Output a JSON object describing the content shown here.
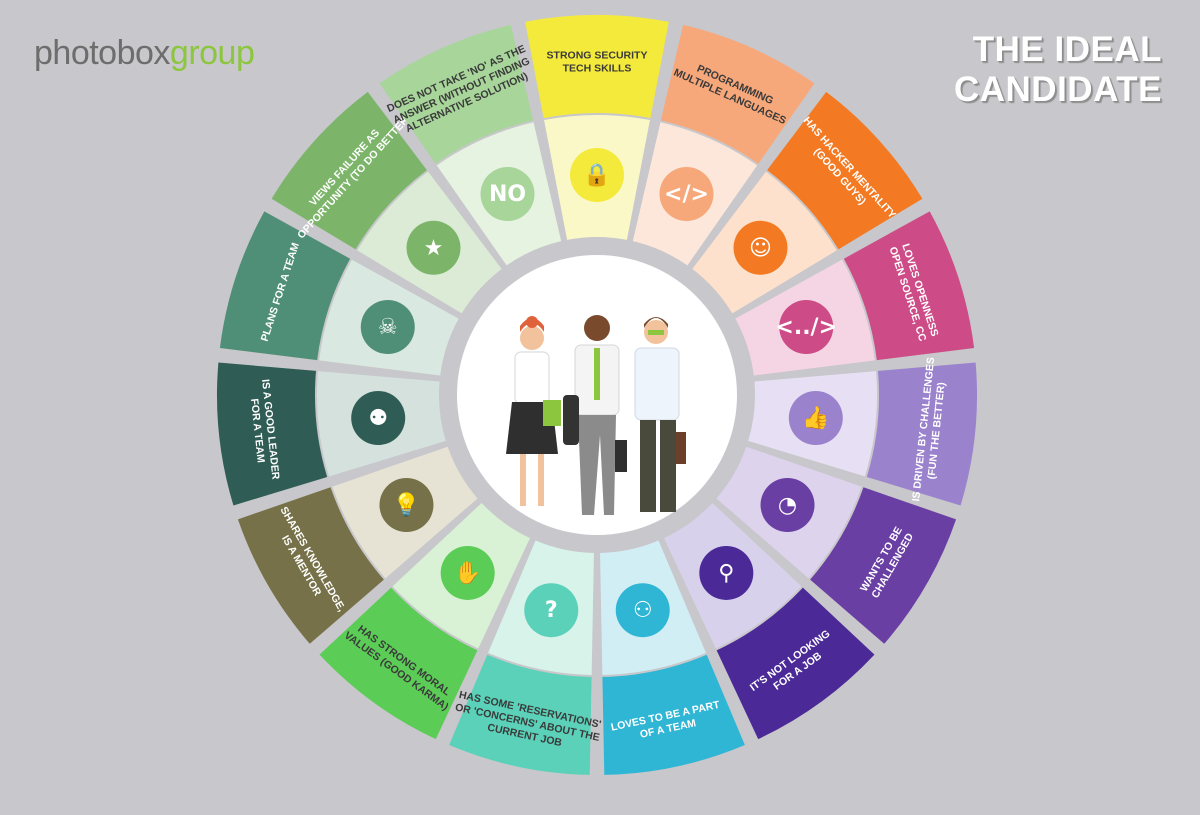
{
  "header": {
    "logo_part1": "photobox",
    "logo_part2": "group",
    "title_line1": "THE IDEAL",
    "title_line2": "CANDIDATE"
  },
  "segments": [
    {
      "lines": [
        "STRONG SECURITY",
        "TECH SKILLS"
      ],
      "color": "#f4ea3b",
      "light": "#fbf8c8",
      "icon": "lock-icon",
      "glyph": "🔒",
      "text_dark": true
    },
    {
      "lines": [
        "PROGRAMMING",
        "MULTIPLE LANGUAGES"
      ],
      "color": "#f7a87a",
      "light": "#fde7da",
      "icon": "code-icon",
      "glyph": "</>",
      "text_dark": true
    },
    {
      "lines": [
        "HAS HACKER MENTALITY",
        "(GOOD GUYS)"
      ],
      "color": "#f37a22",
      "light": "#fde1cc",
      "icon": "ghost-icon",
      "glyph": "☺",
      "text_dark": false
    },
    {
      "lines": [
        "LOVES OPENNESS",
        "OPEN SOURCE, CC"
      ],
      "color": "#cd4b86",
      "light": "#f5d5e3",
      "icon": "code-tag-icon",
      "glyph": "<../>",
      "text_dark": false
    },
    {
      "lines": [
        "IS DRIVEN BY CHALLENGES",
        "(FUN THE BETTER)"
      ],
      "color": "#9b82cd",
      "light": "#e7e0f4",
      "icon": "thumbs-up-icon",
      "glyph": "👍",
      "text_dark": false
    },
    {
      "lines": [
        "WANTS TO BE",
        "CHALLENGED"
      ],
      "color": "#6a3fa4",
      "light": "#ddd3ec",
      "icon": "whistle-icon",
      "glyph": "◔",
      "text_dark": false
    },
    {
      "lines": [
        "IT'S NOT LOOKING",
        "FOR A JOB"
      ],
      "color": "#4b2a98",
      "light": "#d8d1ec",
      "icon": "search-icon",
      "glyph": "⚲",
      "text_dark": false
    },
    {
      "lines": [
        "LOVES TO BE A PART",
        "OF A TEAM"
      ],
      "color": "#2fb6d5",
      "light": "#d2eef5",
      "icon": "team-icon",
      "glyph": "⚇",
      "text_dark": false
    },
    {
      "lines": [
        "HAS SOME 'RESERVATIONS'",
        "OR 'CONCERNS' ABOUT THE",
        "CURRENT JOB"
      ],
      "color": "#5ad1b8",
      "light": "#d7f3ea",
      "icon": "question-icon",
      "glyph": "?",
      "text_dark": true
    },
    {
      "lines": [
        "HAS STRONG MORAL",
        "VALUES (GOOD KARMA)"
      ],
      "color": "#5bcc56",
      "light": "#d9f2d5",
      "icon": "hand-icon",
      "glyph": "✋",
      "text_dark": true
    },
    {
      "lines": [
        "SHARES KNOWLEDGE,",
        "IS A MENTOR"
      ],
      "color": "#767148",
      "light": "#e6e3d5",
      "icon": "lightbulb-icon",
      "glyph": "💡",
      "text_dark": false
    },
    {
      "lines": [
        "IS A GOOD LEADER",
        "FOR A TEAM"
      ],
      "color": "#2f5d55",
      "light": "#d4e1dd",
      "icon": "people-icon",
      "glyph": "⚉",
      "text_dark": false
    },
    {
      "lines": [
        "PLANS FOR A TEAM"
      ],
      "color": "#4f8f77",
      "light": "#d9e8e1",
      "icon": "bug-icon",
      "glyph": "☠",
      "text_dark": false
    },
    {
      "lines": [
        "VIEWS FAILURE AS",
        "OPPORTUNITY (TO DO BETTER)"
      ],
      "color": "#7cb56a",
      "light": "#dcebd6",
      "icon": "star-icon",
      "glyph": "★",
      "text_dark": false
    },
    {
      "lines": [
        "DOES NOT TAKE 'NO' AS THE",
        "ANSWER (WITHOUT FINDING",
        "ALTERNATIVE SOLUTION)"
      ],
      "color": "#a7d59a",
      "light": "#e6f3e1",
      "icon": "no-icon",
      "glyph": "NO",
      "text_dark": true
    }
  ]
}
